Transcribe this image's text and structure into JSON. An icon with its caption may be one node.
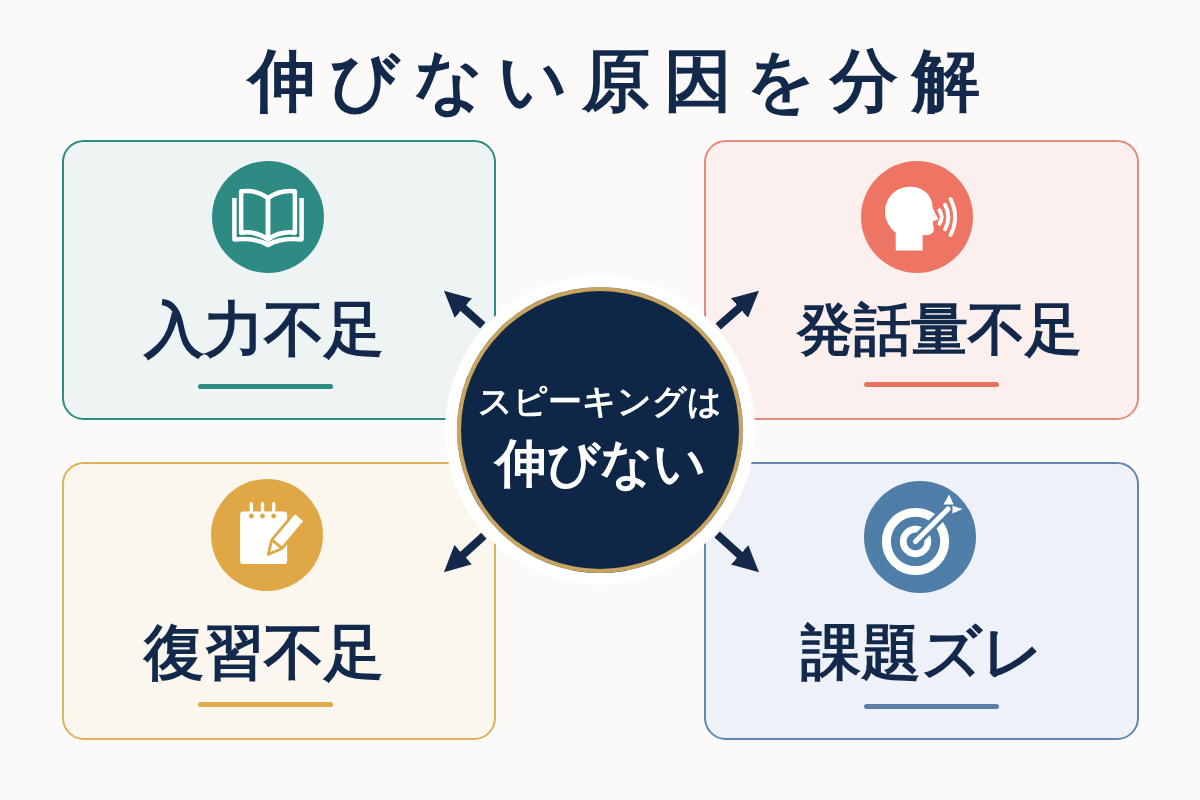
{
  "diagram": {
    "title": "伸びない原因を分解",
    "nodes": [
      {
        "text": [
          "スピーキングは伸びない"
        ]
      },
      {
        "text": [
          "入力不足"
        ]
      },
      {
        "text": [
          "発話量不足"
        ]
      },
      {
        "text": [
          "復習不足"
        ]
      },
      {
        "text": [
          "課題ズレ"
        ]
      }
    ],
    "edges": [
      {
        "from": 0,
        "to": 1,
        "arrow": "to"
      },
      {
        "from": 0,
        "to": 2,
        "arrow": "to"
      },
      {
        "from": 0,
        "to": 3,
        "arrow": "to"
      },
      {
        "from": 0,
        "to": 4,
        "arrow": "to"
      }
    ]
  }
}
